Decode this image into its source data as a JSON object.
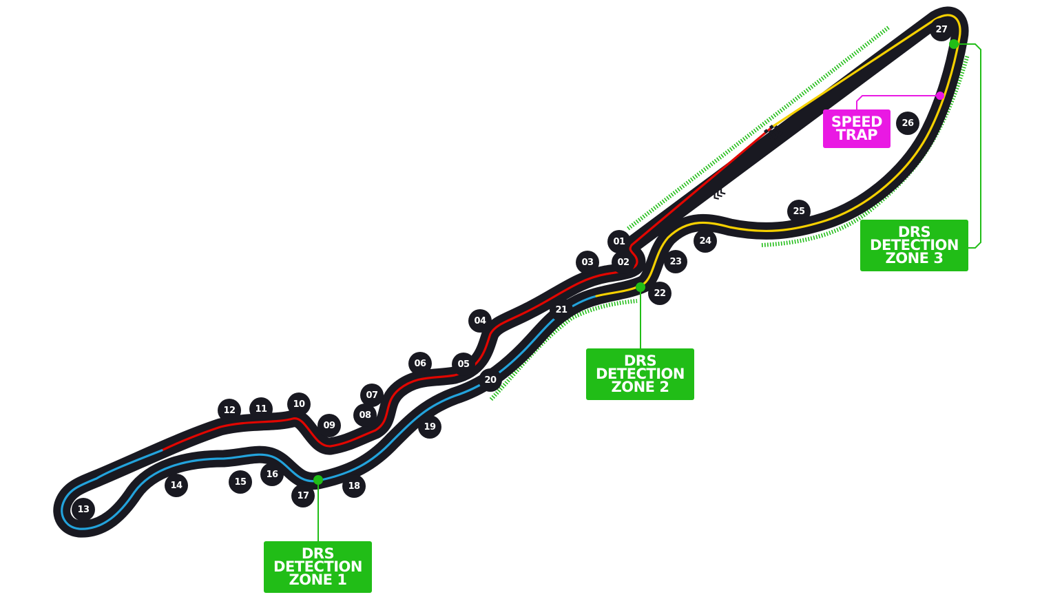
{
  "colors": {
    "track": "#191921",
    "sector1": "#e10600",
    "sector2": "#23a3dc",
    "sector3": "#f5d000",
    "drs": "#21bd17",
    "speed_trap": "#e919e3",
    "label_text": "#ffffff"
  },
  "drs_zones": [
    {
      "lines": [
        "DRS",
        "DETECTION",
        "ZONE 1"
      ]
    },
    {
      "lines": [
        "DRS",
        "DETECTION",
        "ZONE 2"
      ]
    },
    {
      "lines": [
        "DRS",
        "DETECTION",
        "ZONE 3"
      ]
    }
  ],
  "speed_trap": {
    "lines": [
      "SPEED",
      "TRAP"
    ]
  },
  "turns": [
    "01",
    "02",
    "03",
    "04",
    "05",
    "06",
    "07",
    "08",
    "09",
    "10",
    "11",
    "12",
    "13",
    "14",
    "15",
    "16",
    "17",
    "18",
    "19",
    "20",
    "21",
    "22",
    "23",
    "24",
    "25",
    "26",
    "27"
  ],
  "icons": {
    "start_finish": "chequered-flag-icon",
    "direction": "direction-chevron-icon"
  }
}
